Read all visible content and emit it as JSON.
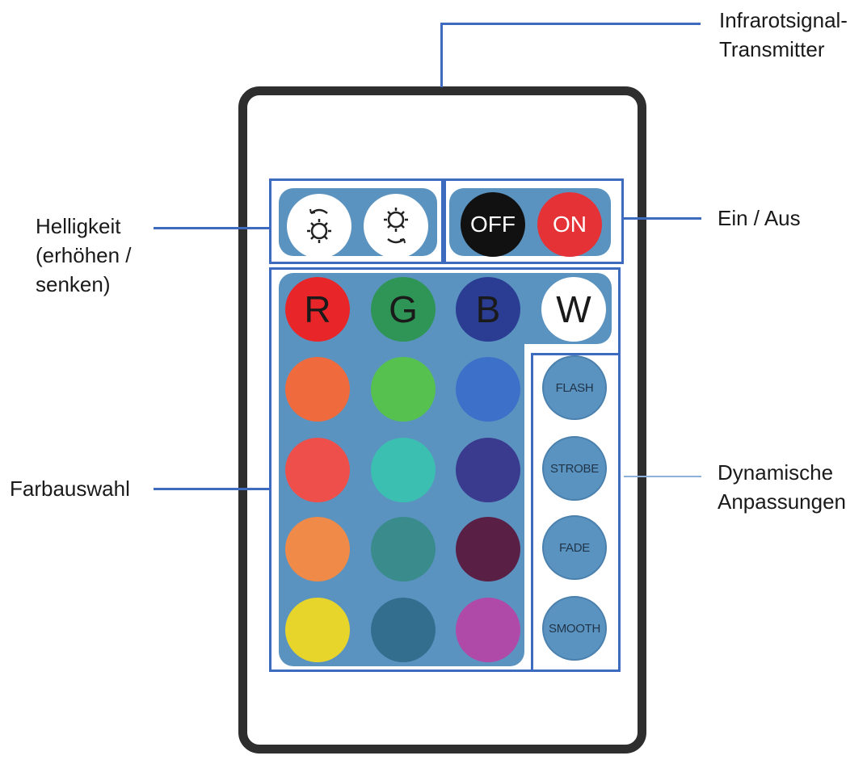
{
  "labels": {
    "transmitter_line1": "Infrarotsignal-",
    "transmitter_line2": "Transmitter",
    "brightness_line1": "Helligkeit",
    "brightness_line2": "(erhöhen /",
    "brightness_line3": "senken)",
    "power": "Ein / Aus",
    "color_select": "Farbauswahl",
    "dynamic_line1": "Dynamische",
    "dynamic_line2": "Anpassungen"
  },
  "buttons": {
    "off": "OFF",
    "on": "ON",
    "r": "R",
    "g": "G",
    "b": "B",
    "w": "W",
    "flash": "FLASH",
    "strobe": "STROBE",
    "fade": "FADE",
    "smooth": "SMOOTH"
  },
  "colors": {
    "outline": "#3d6bbf",
    "pad": "#5b93c0",
    "red": "#e8262a",
    "green": "#2f9556",
    "blue": "#2a3d93",
    "white": "#ffffff",
    "off": "#111111",
    "on": "#e53237",
    "swatches": [
      [
        "#ef6a3c",
        "#56c14f",
        "#3d70c8"
      ],
      [
        "#ee4f4a",
        "#3bbfb0",
        "#3a3a8e"
      ],
      [
        "#f08a48",
        "#3a8b8c",
        "#5a1f45"
      ],
      [
        "#e8d52c",
        "#336e8e",
        "#b04aa8"
      ]
    ]
  }
}
